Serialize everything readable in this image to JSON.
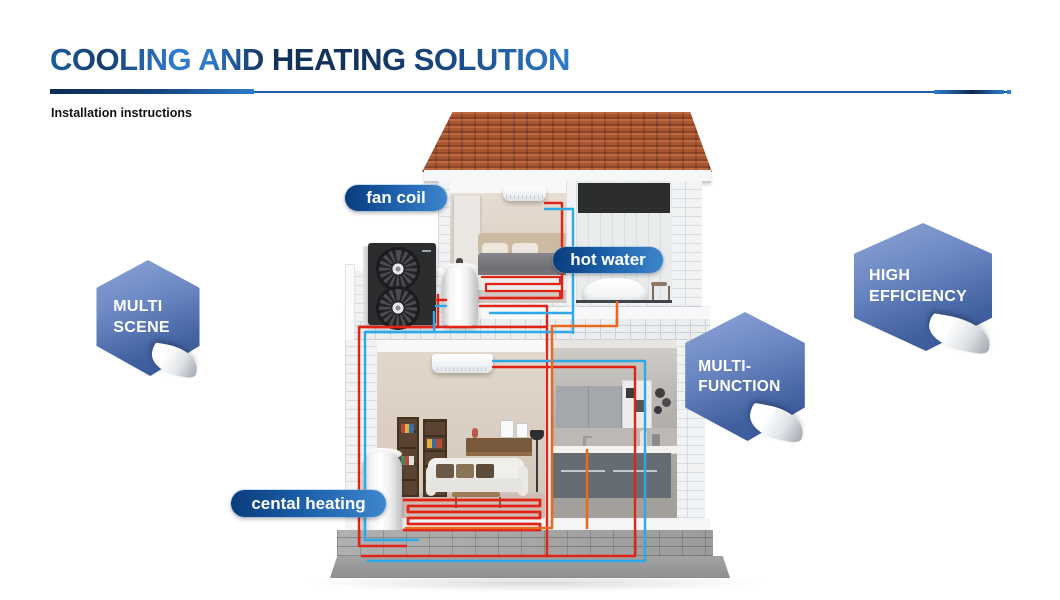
{
  "header": {
    "title": "COOLING AND HEATING SOLUTION",
    "subtitle": "Installation instructions"
  },
  "callouts": {
    "fan_coil": "fan coil",
    "hot_water": "hot water",
    "central_heating": "cental heating"
  },
  "badges": {
    "multi_scene": {
      "line1": "MULTI",
      "line2": "SCENE"
    },
    "multi_function": {
      "line1": "MULTI-",
      "line2": "FUNCTION"
    },
    "high_efficiency": {
      "line1": "HIGH",
      "line2": "EFFICIENCY"
    }
  },
  "colors": {
    "title_blue_dark": "#143158",
    "title_blue_bright": "#2e7ccb",
    "pill_navy": "#0a3c7c",
    "badge_blue": "#41609f",
    "pipe_red": "#e02418",
    "pipe_blue": "#2fa8e8",
    "pipe_orange": "#e86a20",
    "roof_terracotta": "#a85532"
  }
}
